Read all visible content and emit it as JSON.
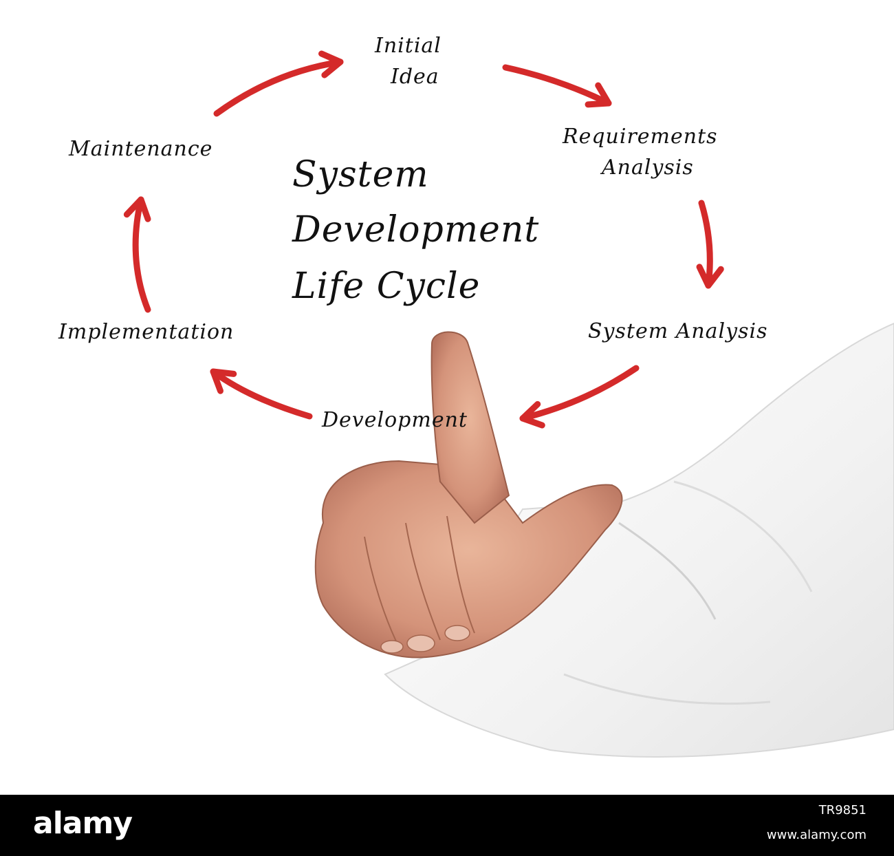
{
  "diagram": {
    "title_lines": [
      "System",
      "Development",
      "Life Cycle"
    ],
    "stages": [
      {
        "lines": [
          "Initial",
          "Idea"
        ]
      },
      {
        "lines": [
          "Requirements",
          "Analysis"
        ]
      },
      {
        "lines": [
          "System Analysis"
        ]
      },
      {
        "lines": [
          "Development"
        ]
      },
      {
        "lines": [
          "Implementation"
        ]
      },
      {
        "lines": [
          "Maintenance"
        ]
      }
    ],
    "arrow_color": "#d42a2a",
    "text_color": "#111111"
  },
  "footer": {
    "brand": "alamy",
    "image_id": "TR9851",
    "site": "www.alamy.com",
    "background": "#000000"
  }
}
